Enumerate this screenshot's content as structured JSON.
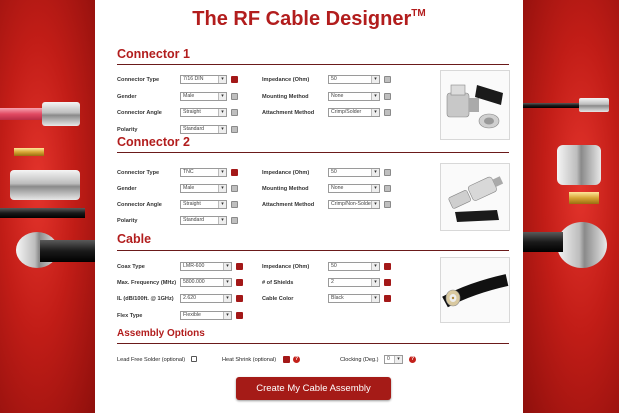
{
  "title": "The RF Cable Designer",
  "title_tm": "TM",
  "colors": {
    "accent": "#b21d1d",
    "button": "#a51b17",
    "required_box": "#a31818"
  },
  "connector1": {
    "heading": "Connector 1",
    "connector_type": {
      "label": "Connector Type",
      "value": "7/16 DIN"
    },
    "gender": {
      "label": "Gender",
      "value": "Male"
    },
    "connector_angle": {
      "label": "Connector Angle",
      "value": "Straight"
    },
    "polarity": {
      "label": "Polarity",
      "value": "Standard"
    },
    "impedance": {
      "label": "Impedance (Ohm)",
      "value": "50"
    },
    "mounting_method": {
      "label": "Mounting Method",
      "value": "None"
    },
    "attachment_method": {
      "label": "Attachment Method",
      "value": "Crimp/Solder"
    }
  },
  "connector2": {
    "heading": "Connector 2",
    "connector_type": {
      "label": "Connector Type",
      "value": "TNC"
    },
    "gender": {
      "label": "Gender",
      "value": "Male"
    },
    "connector_angle": {
      "label": "Connector Angle",
      "value": "Straight"
    },
    "polarity": {
      "label": "Polarity",
      "value": "Standard"
    },
    "impedance": {
      "label": "Impedance (Ohm)",
      "value": "50"
    },
    "mounting_method": {
      "label": "Mounting Method",
      "value": "None"
    },
    "attachment_method": {
      "label": "Attachment Method",
      "value": "Crimp/Non-Solder"
    }
  },
  "cable": {
    "heading": "Cable",
    "coax_type": {
      "label": "Coax Type",
      "value": "LMR-600"
    },
    "max_frequency": {
      "label": "Max. Frequency (MHz)",
      "value": "5800.000"
    },
    "il": {
      "label": "IL (dB/100ft. @ 1GHz)",
      "value": "2.620"
    },
    "flex_type": {
      "label": "Flex Type",
      "value": "Flexible"
    },
    "impedance": {
      "label": "Impedance (Ohm)",
      "value": "50"
    },
    "shields": {
      "label": "# of Shields",
      "value": "2"
    },
    "cable_color": {
      "label": "Cable Color",
      "value": "Black"
    }
  },
  "assembly": {
    "heading": "Assembly Options",
    "lead_free": "Lead Free Solder (optional)",
    "heat_shrink": "Heat Shrink (optional)",
    "clocking": "Clocking (Deg.)",
    "clocking_value": "0",
    "help_glyph": "?"
  },
  "cta": "Create My Cable Assembly",
  "arrow_glyph": "▾"
}
